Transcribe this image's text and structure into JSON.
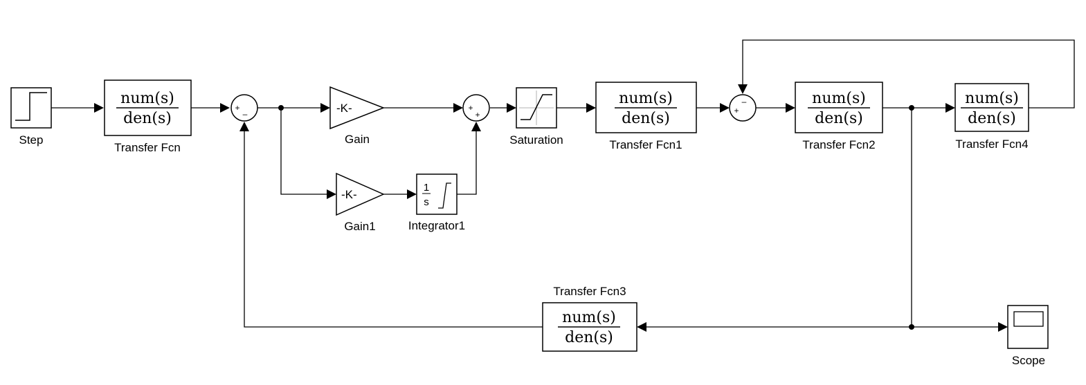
{
  "diagram": {
    "type": "simulink-block-diagram",
    "blocks": {
      "step": {
        "label": "Step"
      },
      "tf0": {
        "label": "Transfer Fcn",
        "num": "num(s)",
        "den": "den(s)"
      },
      "sum1": {
        "signs": [
          "+",
          "–"
        ]
      },
      "gain": {
        "label": "Gain",
        "value": "-K-"
      },
      "gain1": {
        "label": "Gain1",
        "value": "-K-"
      },
      "integrator1": {
        "label": "Integrator1",
        "num": "1",
        "den": "s"
      },
      "sum2": {
        "signs": [
          "+",
          "+"
        ]
      },
      "saturation": {
        "label": "Saturation"
      },
      "tf1": {
        "label": "Transfer Fcn1",
        "num": "num(s)",
        "den": "den(s)"
      },
      "sum3": {
        "signs": [
          "+",
          "–"
        ]
      },
      "tf2": {
        "label": "Transfer Fcn2",
        "num": "num(s)",
        "den": "den(s)"
      },
      "tf4": {
        "label": "Transfer Fcn4",
        "num": "num(s)",
        "den": "den(s)"
      },
      "tf3": {
        "label": "Transfer Fcn3",
        "num": "num(s)",
        "den": "den(s)"
      },
      "scope": {
        "label": "Scope"
      }
    },
    "connections": [
      [
        "Step",
        "Transfer Fcn"
      ],
      [
        "Transfer Fcn",
        "Sum1 (+)"
      ],
      [
        "Sum1",
        "Gain"
      ],
      [
        "Sum1",
        "Gain1"
      ],
      [
        "Gain",
        "Sum2 (+)"
      ],
      [
        "Gain1",
        "Integrator1"
      ],
      [
        "Integrator1",
        "Sum2 (+)"
      ],
      [
        "Sum2",
        "Saturation"
      ],
      [
        "Saturation",
        "Transfer Fcn1"
      ],
      [
        "Transfer Fcn1",
        "Sum3 (+)"
      ],
      [
        "Sum3",
        "Transfer Fcn2"
      ],
      [
        "Transfer Fcn2",
        "Transfer Fcn4"
      ],
      [
        "Transfer Fcn4",
        "Sum3 (-)"
      ],
      [
        "Transfer Fcn2",
        "Scope"
      ],
      [
        "Transfer Fcn2",
        "Transfer Fcn3"
      ],
      [
        "Transfer Fcn3",
        "Sum1 (-)"
      ]
    ]
  }
}
